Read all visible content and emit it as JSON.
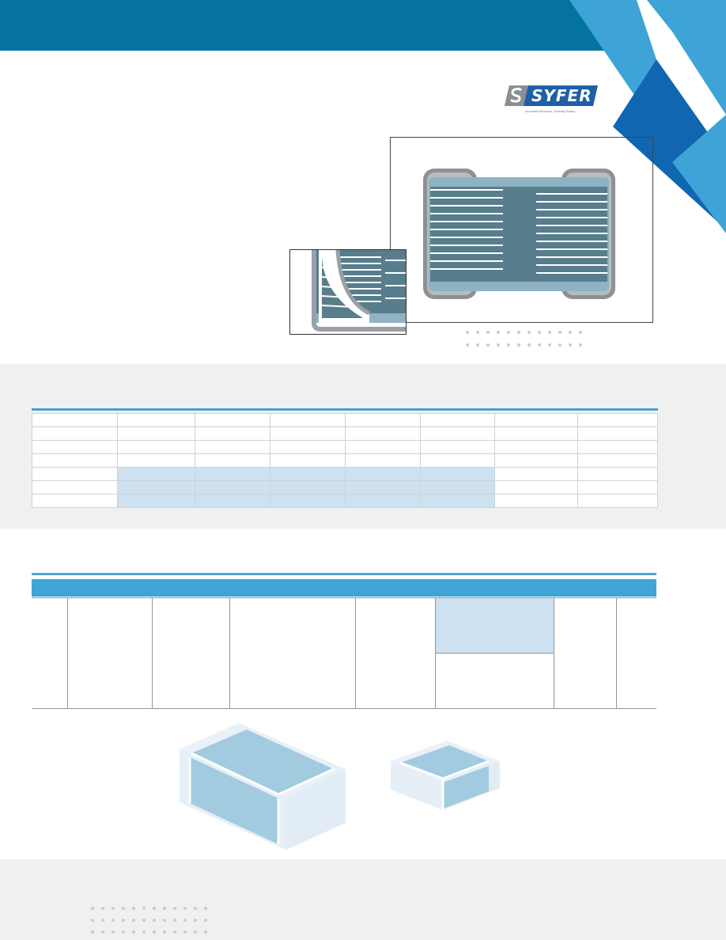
{
  "brand": {
    "logo_text": "SYFER",
    "logo_tagline": "Innovation/Solution, Globally Ready",
    "colors": {
      "header": "#04749e",
      "accent_light": "#3fa4d6",
      "accent_dark": "#1066b0",
      "panel_gray": "#eff0f0",
      "highlight_cell": "#cde1f1"
    }
  },
  "icons": {
    "corner": "chevron-stripes-graphic",
    "logo_mark": "s-mark-icon"
  }
}
